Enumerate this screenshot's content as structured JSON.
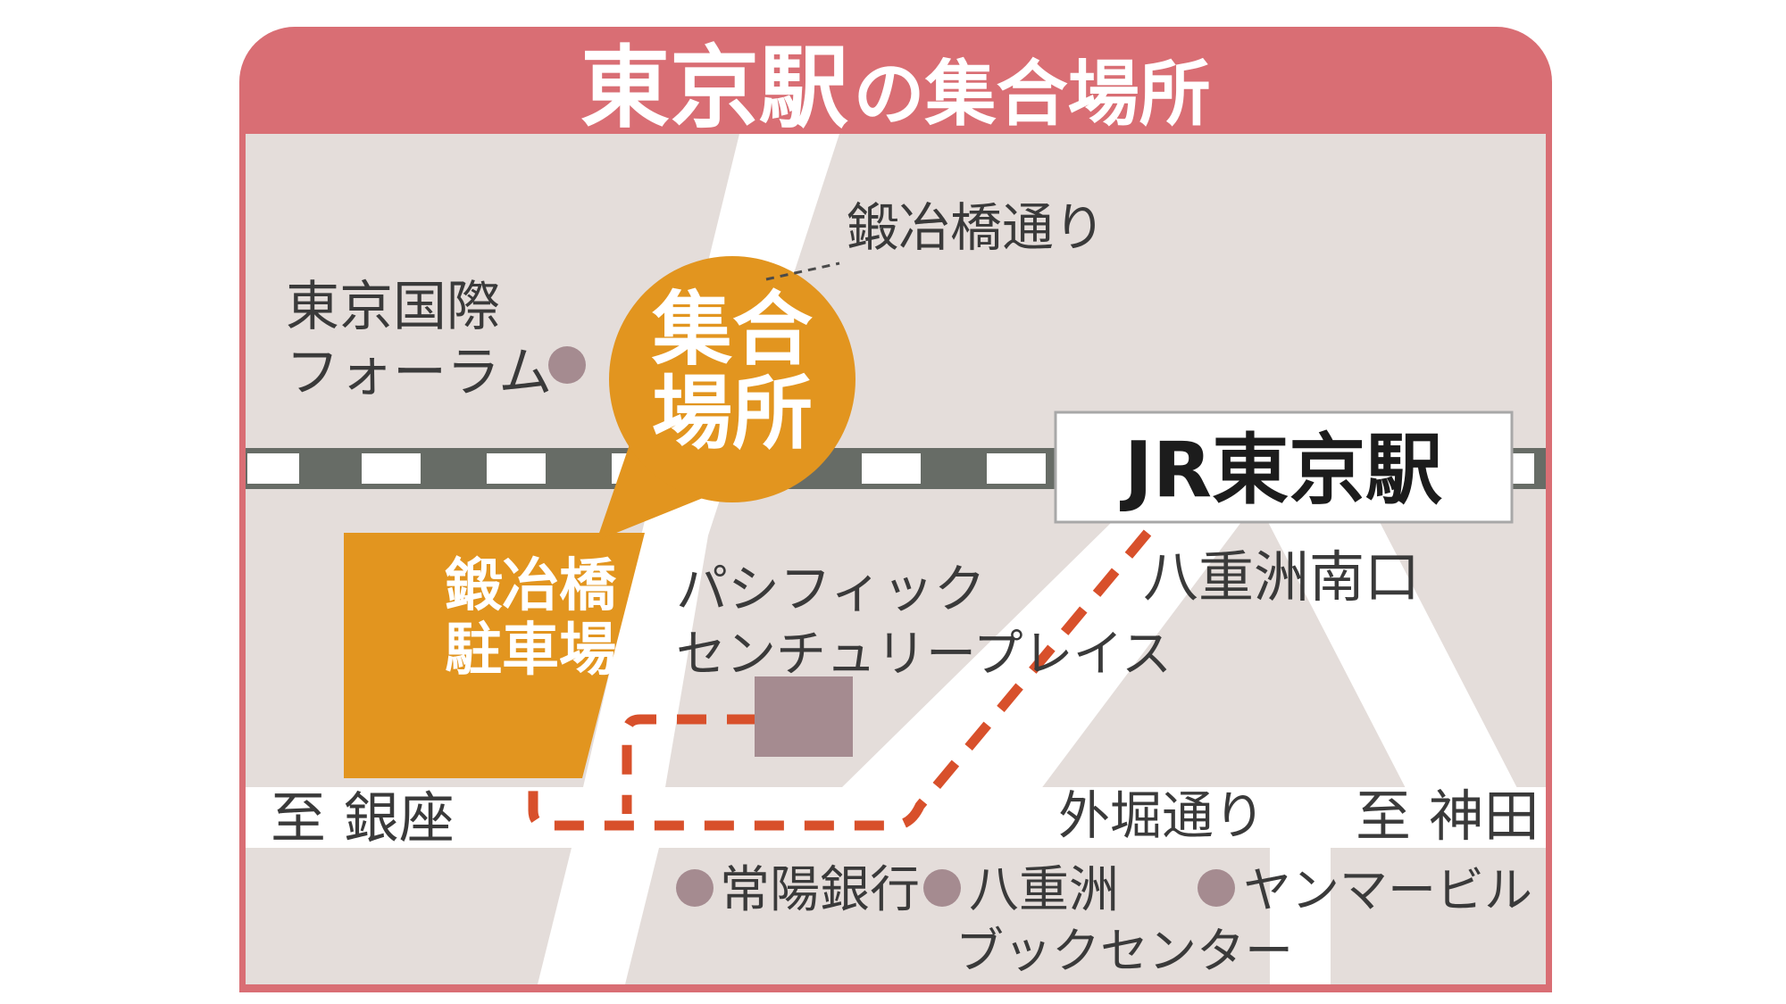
{
  "title": {
    "main": "東京駅",
    "suffix": "の集合場所"
  },
  "labels": {
    "kajibashi_dori": "鍛冶橋通り",
    "forum_line1": "東京国際",
    "forum_line2": "フォーラム",
    "meeting_line1": "集合",
    "meeting_line2": "場所",
    "jr_tokyo_station": "JR東京駅",
    "yaesu_south_exit": "八重洲南口",
    "parking_line1": "鍛冶橋",
    "parking_line2": "駐車場",
    "pacific_line1": "パシフィック",
    "pacific_line2": "センチュリープレイス",
    "to_ginza": "至 銀座",
    "sotobori_dori": "外堀通り",
    "to_kanda": "至 神田",
    "joyo_bank": "常陽銀行",
    "yaesu_book_line1": "八重洲",
    "yaesu_book_line2": "ブックセンター",
    "yanmar_building": "ヤンマービル"
  },
  "colors": {
    "frame_pink": "#d96e74",
    "map_background": "#e4ddda",
    "road_white": "#ffffff",
    "railway_dark": "#676c66",
    "accent_orange": "#e2951f",
    "route_orange": "#d8502b",
    "landmark_mauve": "#a58b90",
    "label_dark": "#3a3a3a"
  },
  "icons": {
    "meeting_balloon": "speech-balloon-marker",
    "landmark_dot": "circle-marker",
    "railway": "jr-line-symbol",
    "route": "dashed-walking-route"
  }
}
